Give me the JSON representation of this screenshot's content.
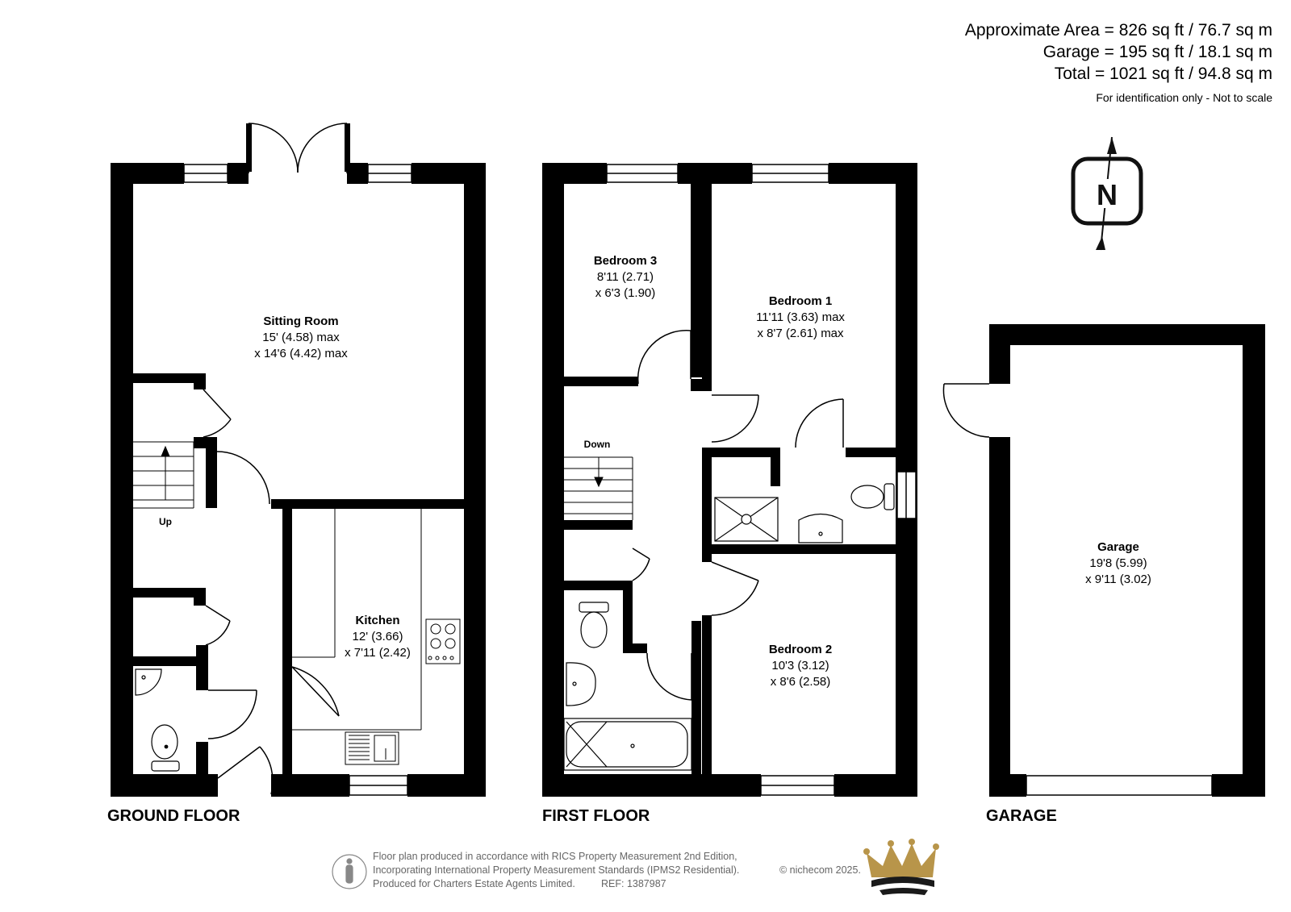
{
  "area_summary": {
    "approximate": "Approximate Area = 826 sq ft / 76.7 sq m",
    "garage": "Garage = 195 sq ft / 18.1 sq m",
    "total": "Total = 1021 sq ft / 94.8 sq m",
    "note": "For identification only - Not to scale"
  },
  "compass": {
    "letter": "N",
    "icon": "north-compass-icon"
  },
  "ground_floor": {
    "label": "GROUND FLOOR",
    "sitting_room": {
      "name": "Sitting Room",
      "dim1": "15' (4.58) max",
      "dim2": "x 14'6 (4.42) max"
    },
    "kitchen": {
      "name": "Kitchen",
      "dim1": "12' (3.66)",
      "dim2": "x 7'11 (2.42)"
    },
    "stairs_label": "Up"
  },
  "first_floor": {
    "label": "FIRST FLOOR",
    "bedroom3": {
      "name": "Bedroom 3",
      "dim1": "8'11 (2.71)",
      "dim2": "x 6'3 (1.90)"
    },
    "bedroom1": {
      "name": "Bedroom 1",
      "dim1": "11'11 (3.63) max",
      "dim2": "x 8'7 (2.61) max"
    },
    "bedroom2": {
      "name": "Bedroom 2",
      "dim1": "10'3 (3.12)",
      "dim2": "x 8'6 (2.58)"
    },
    "stairs_label": "Down"
  },
  "garage": {
    "label": "GARAGE",
    "room": {
      "name": "Garage",
      "dim1": "19'8 (5.99)",
      "dim2": "x 9'11 (3.02)"
    }
  },
  "footer": {
    "line1": "Floor plan produced in accordance with RICS Property Measurement 2nd Edition,",
    "line2": "Incorporating International Property Measurement Standards (IPMS2 Residential).",
    "copyright": "© nichecom 2025.",
    "line3": "Produced for Charters Estate Agents Limited.",
    "ref": "REF: 1387987"
  },
  "colors": {
    "wall": "#000000",
    "logo_gold": "#b8954a",
    "logo_dark": "#1a1a1a"
  }
}
